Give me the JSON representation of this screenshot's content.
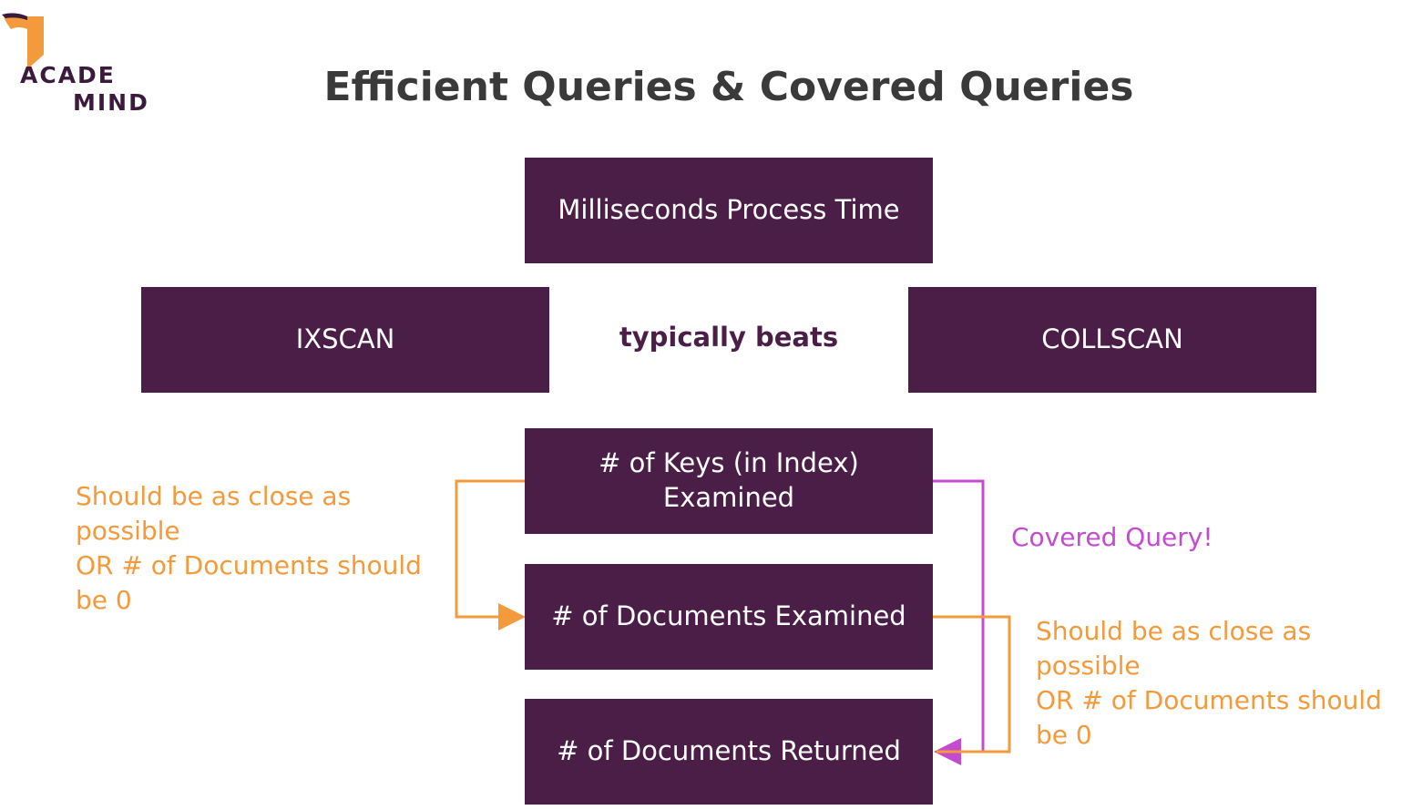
{
  "logo": {
    "line1": "ACADE",
    "line2": "MIND",
    "accent_color": "#f39a3c",
    "text_color": "#3c1a3c"
  },
  "title": "Efficient Queries & Covered Queries",
  "boxes": {
    "process_time": "Milliseconds Process Time",
    "ixscan": "IXSCAN",
    "collscan": "COLLSCAN",
    "keys_examined": "# of Keys (in Index)\nExamined",
    "docs_examined": "# of Documents Examined",
    "docs_returned": "# of Documents Returned"
  },
  "comparison_label": "typically beats",
  "left_note": "Should be as close as\npossible\nOR # of Documents should\nbe 0",
  "right_note": "Should be as close as\npossible\nOR # of Documents should\nbe 0",
  "covered_label": "Covered Query!",
  "colors": {
    "box": "#4a1e47",
    "box_text": "#ffffff",
    "note_orange": "#f39a3c",
    "covered_purple": "#c44bd0",
    "title": "#3a3a3a"
  }
}
